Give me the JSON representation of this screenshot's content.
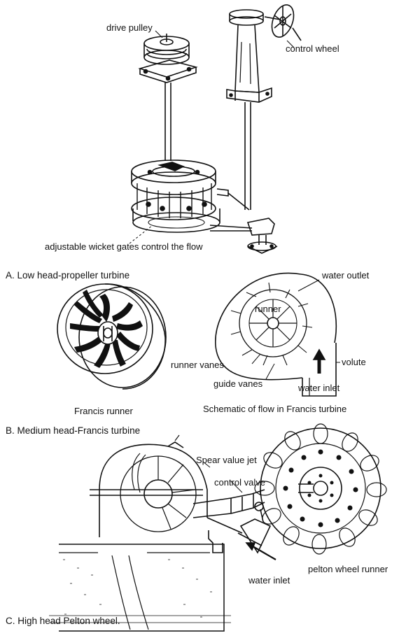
{
  "section_a": {
    "caption": "A.   Low head-propeller turbine",
    "labels": {
      "drive_pulley": "drive pulley",
      "control_wheel": "control wheel",
      "wicket_gates": "adjustable wicket gates control the flow"
    }
  },
  "section_b": {
    "caption": "B.      Medium head-Francis turbine",
    "labels": {
      "water_outlet": "water outlet",
      "runner": "runner",
      "runner_vanes": "runner vanes",
      "guide_vanes": "guide vanes",
      "volute": "volute",
      "water_inlet": "water inlet",
      "francis_runner": "Francis runner",
      "schematic_title": "Schematic of flow in Francis turbine"
    }
  },
  "section_c": {
    "caption": "C.   High head Pelton wheel.",
    "labels": {
      "spear_valve_jet": "Spear value jet",
      "control_valve": "control valve",
      "water_inlet": "water inlet",
      "pelton_runner": "pelton wheel runner"
    }
  }
}
